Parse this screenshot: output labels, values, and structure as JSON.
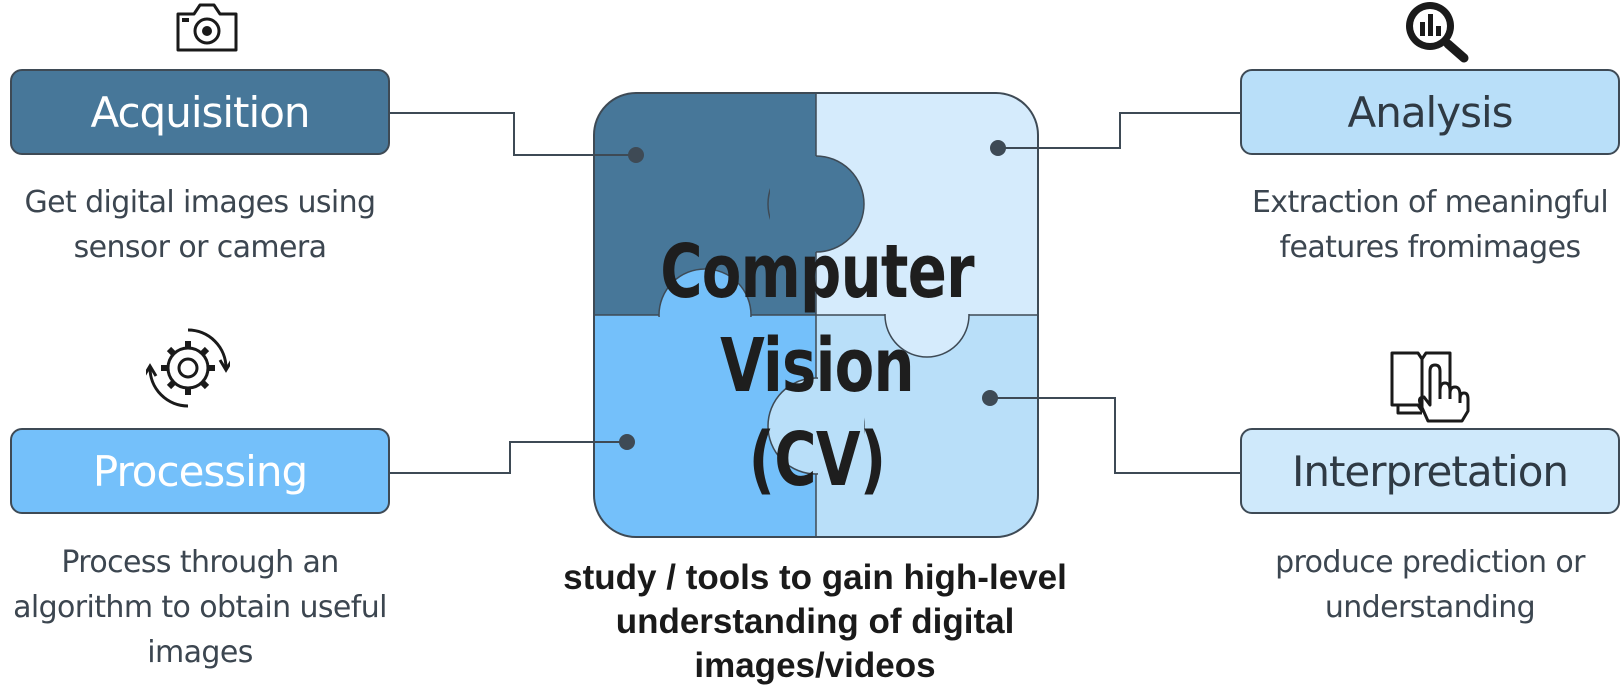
{
  "center": {
    "title_line1": "Computer",
    "title_line2": "Vision (CV)",
    "caption": "study / tools to gain high-level understanding of digital images/videos"
  },
  "stages": {
    "acquisition": {
      "label": "Acquisition",
      "description": "Get digital images using sensor or camera",
      "icon": "camera-icon"
    },
    "processing": {
      "label": "Processing",
      "description": "Process through an algorithm to obtain useful images",
      "icon": "gear-cycle-icon"
    },
    "analysis": {
      "label": "Analysis",
      "description": "Extraction of meaningful features fromimages",
      "icon": "magnifier-chart-icon"
    },
    "interpretation": {
      "label": "Interpretation",
      "description": "produce prediction or understanding",
      "icon": "book-hand-icon"
    }
  },
  "colors": {
    "acquisition": "#477799",
    "processing": "#74c0fa",
    "analysis": "#b9dff9",
    "interpretation": "#cfe9fb",
    "outline": "#3e4a55"
  }
}
